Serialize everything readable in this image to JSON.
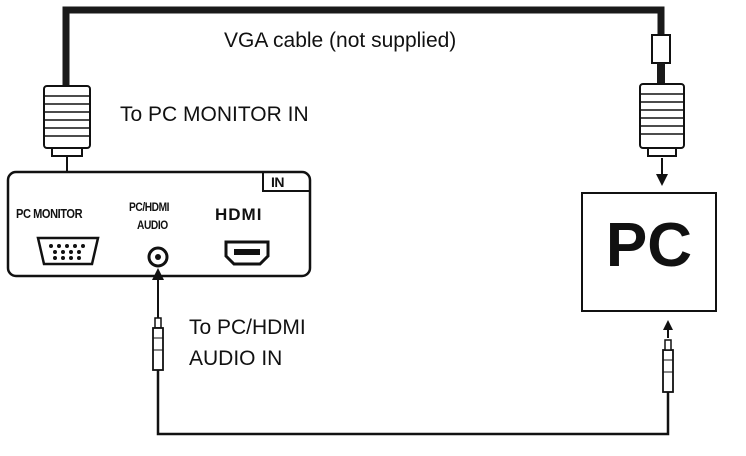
{
  "labels": {
    "vga_cable": "VGA cable (not supplied)",
    "pc_monitor_in": "To PC MONITOR IN",
    "audio_in_line1": "To PC/HDMI",
    "audio_in_line2": "AUDIO IN"
  },
  "panel": {
    "in_badge": "IN",
    "pc_monitor": "PC MONITOR",
    "pc_hdmi": "PC/HDMI",
    "audio": "AUDIO",
    "hdmi_logo": "HDMI"
  },
  "pc_box": {
    "text": "PC"
  },
  "colors": {
    "cable": "#1a1a1a",
    "line": "#111111",
    "background": "#ffffff"
  },
  "icons": [
    "vga-plug-icon",
    "vga-port-icon",
    "audio-jack-icon",
    "hdmi-port-icon",
    "audio-plug-icon",
    "arrow-down-icon",
    "arrow-up-icon"
  ]
}
